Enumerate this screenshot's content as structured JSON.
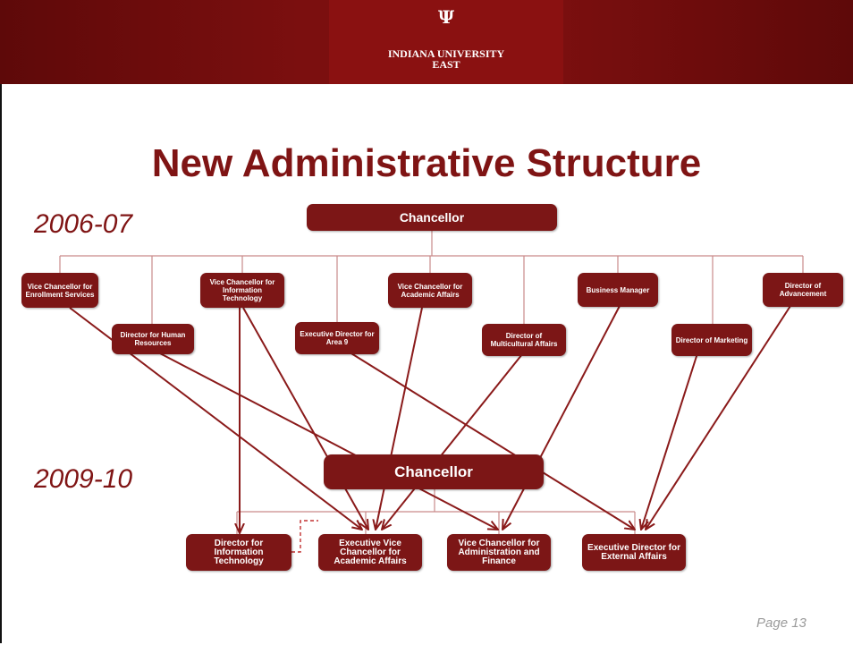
{
  "header": {
    "logo_symbol": "Ψ",
    "logo_text": "INDIANA UNIVERSITY\nEAST"
  },
  "title": "New Administrative Structure",
  "year_old": "2006-07",
  "year_new": "2009-10",
  "page_label": "Page 13",
  "colors": {
    "banner": "#7b0f0f",
    "box": "#7c1616",
    "title": "#7f1414",
    "arrow": "#8a1a1a"
  },
  "org_2006": {
    "head": "Chancellor",
    "units": [
      "Vice Chancellor for Enrollment Services",
      "Director for Human Resources",
      "Vice Chancellor for Information Technology",
      "Executive Director for Area 9",
      "Vice Chancellor for Academic Affairs",
      "Director of Multicultural Affairs",
      "Business Manager",
      "Director of Marketing",
      "Director of Advancement"
    ]
  },
  "org_2009": {
    "head": "Chancellor",
    "units": [
      "Director for Information Technology",
      "Executive Vice Chancellor for Academic Affairs",
      "Vice Chancellor for Administration and Finance",
      "Executive Director for External Affairs"
    ]
  }
}
